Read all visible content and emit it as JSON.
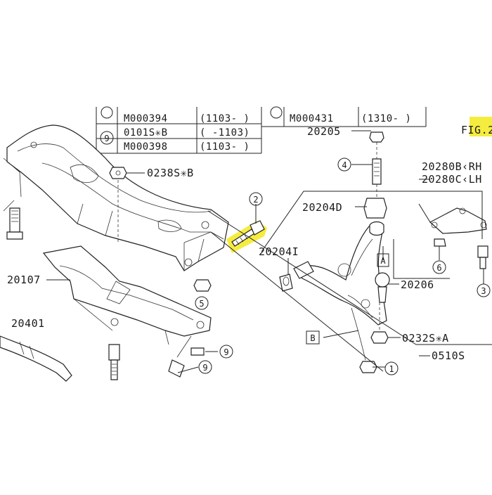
{
  "figure_tag": "FIG.2",
  "highlight_color": "#f2e600",
  "table": {
    "rows": [
      {
        "callout": "",
        "left_part": "M000394",
        "left_range": "(1103- )",
        "right_part": "M000431",
        "right_range": "(1310- )"
      },
      {
        "callout": "9",
        "left_part": "0101S✳B",
        "left_range": "( -1103)"
      },
      {
        "callout": "",
        "left_part": "M000398",
        "left_range": "(1103- )"
      }
    ]
  },
  "labels": {
    "p20205": "20205",
    "p20280b": "20280B‹RH",
    "p20280c": "20280C‹LH",
    "p0238s": "0238S✳B",
    "p20204d": "20204D",
    "p20204i": "20204I",
    "p20107": "20107",
    "p20206": "20206",
    "p20401": "20401",
    "p0232s": "0232S✳A",
    "p0510s": "0510S",
    "box_a": "A",
    "box_b": "B"
  },
  "callouts": {
    "c1": "1",
    "c2": "2",
    "c3": "3",
    "c4": "4",
    "c5": "5",
    "c6": "6",
    "c9a": "9",
    "c9b": "9"
  }
}
